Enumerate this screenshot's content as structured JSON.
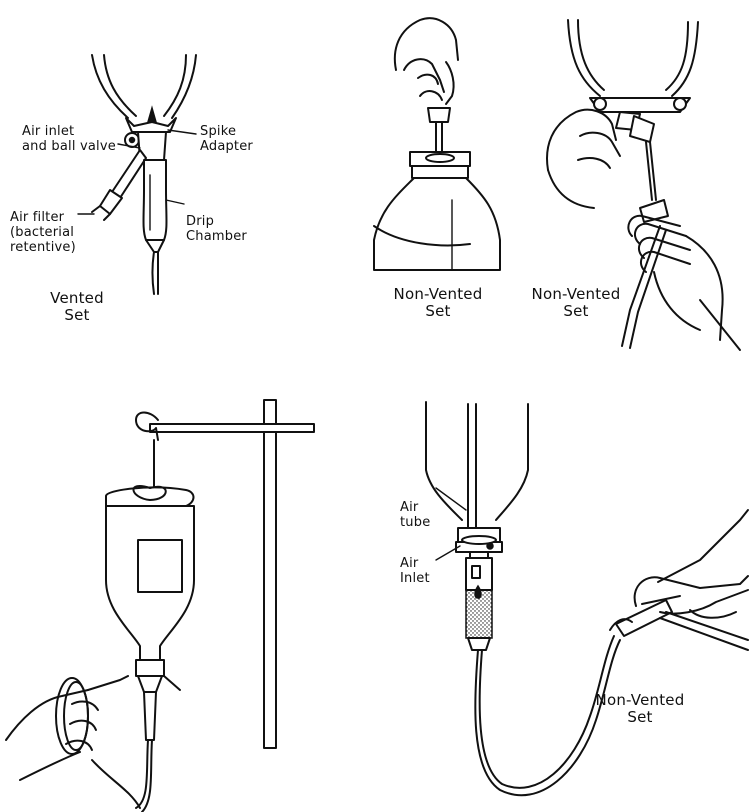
{
  "panel_vented": {
    "labels": {
      "air_inlet": "Air inlet\nand ball valve",
      "spike_adapter": "Spike\nAdapter",
      "air_filter": "Air filter\n(bacterial\nretentive)",
      "drip_chamber": "Drip\nChamber",
      "set_name": "Vented\nSet"
    }
  },
  "panel_non_vented_bottle": {
    "set_name": "Non-Vented\nSet"
  },
  "panel_non_vented_bag": {
    "set_name": "Non-Vented\nSet"
  },
  "panel_hanging": {},
  "panel_air_tube": {
    "labels": {
      "air_tube": "Air\ntube",
      "air_inlet": "Air\nInlet",
      "set_name": "Non-Vented\nSet"
    }
  }
}
